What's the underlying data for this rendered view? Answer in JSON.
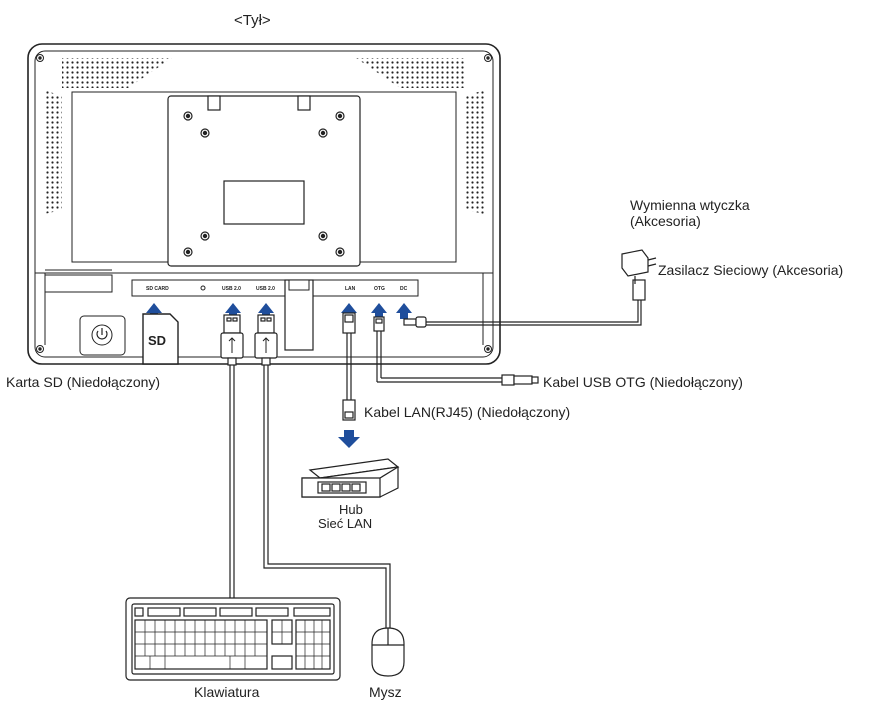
{
  "title": "<Tył>",
  "ports": {
    "sd_card": "SD CARD",
    "usb_a": "USB 2.0",
    "usb_b": "USB 2.0",
    "lan": "LAN",
    "otg": "OTG",
    "dc": "DC"
  },
  "sd_card_glyph": "SD",
  "labels": {
    "sd_card": "Karta SD (Niedołączony)",
    "plug_line1": "Wymienna wtyczka",
    "plug_line2": "(Akcesoria)",
    "adapter": "Zasilacz Sieciowy (Akcesoria)",
    "usb_otg": "Kabel USB OTG (Niedołączony)",
    "lan_cable": "Kabel LAN(RJ45) (Niedołączony)",
    "hub_line1": "Hub",
    "hub_line2": "Sieć LAN",
    "keyboard": "Klawiatura",
    "mouse": "Mysz"
  },
  "colors": {
    "arrow": "#1f4e9c",
    "line": "#222222",
    "panel": "#ffffff"
  }
}
